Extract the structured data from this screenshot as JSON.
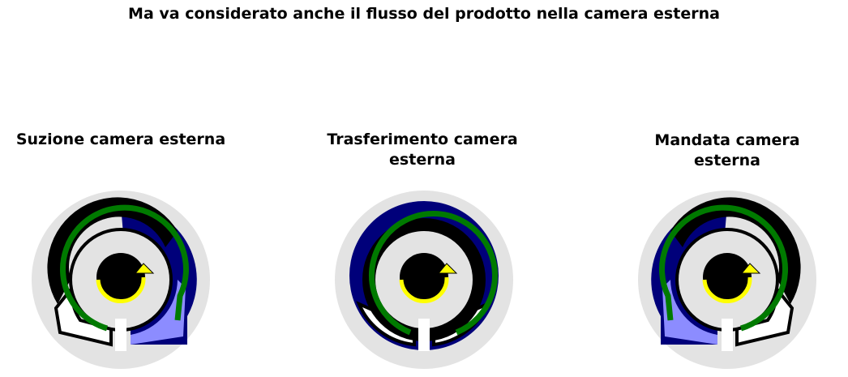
{
  "title": "Ma va considerato anche il flusso del prodotto nella camera esterna",
  "diagrams": [
    {
      "label": "Suzione camera esterna"
    },
    {
      "label": "Trasferimento camera esterna"
    },
    {
      "label": "Mandata camera esterna"
    }
  ],
  "colors": {
    "housing": "#e3e3e3",
    "chamber_dark": "#000000",
    "outer_chamber": "#00007a",
    "light_product": "#8c8cff",
    "flow_arrow": "#007a00",
    "rotation_arrow": "#ffff00",
    "center": "#000000"
  }
}
